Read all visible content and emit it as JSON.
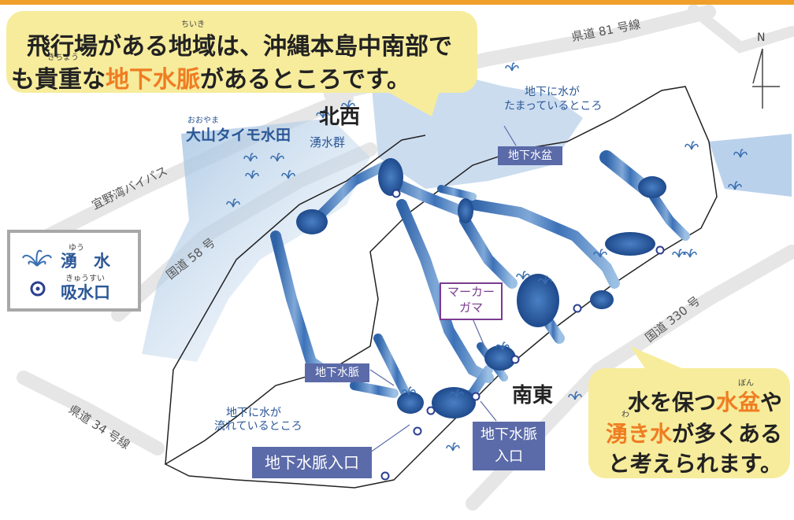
{
  "callout_top": {
    "line1": "飛行場がある地域は、沖縄本島中南部で",
    "line2_pre": "も",
    "line2_word1": "貴重",
    "line2_mid": "な",
    "line2_highlight": "地下水脈",
    "line2_post": "があるところです。",
    "ruby_chiiki": "ちいき",
    "ruby_kichou": "きちょう"
  },
  "callout_bottom": {
    "line1_pre": "水を保つ",
    "line1_highlight": "水盆",
    "line1_post": "や",
    "ruby_bon": "ぼん",
    "ruby_wa": "わ",
    "line2_highlight": "湧き水",
    "line2_post": "が多くある",
    "line3": "と考えられます。"
  },
  "roads": {
    "r81": "県道 81 号線",
    "bypass": "宜野湾バイパス",
    "r58": "国道 58 号",
    "r330": "国道 330 号",
    "r34": "県道 34 号線"
  },
  "places": {
    "ooyama_ruby": "おおやま",
    "ooyama": "大山タイモ水田",
    "hokusei": "北西",
    "yusui_gun": "湧水群",
    "nantou": "南東"
  },
  "annotations": {
    "tamatte_1": "地下に水が",
    "tamatte_2": "たまっているところ",
    "basin": "地下水盆",
    "vein": "地下水脈",
    "flowing_1": "地下に水が",
    "flowing_2": "流れているところ",
    "vein_entrance": "地下水脈入口",
    "vein_entrance2_1": "地下水脈",
    "vein_entrance2_2": "入口",
    "marker_1": "マーカー",
    "marker_2": "ガマ"
  },
  "legend": {
    "spring_ruby": "ゆう",
    "spring": "湧　水",
    "intake_ruby": "きゅうすい",
    "intake": "吸水口"
  },
  "compass": {
    "label": "N"
  },
  "colors": {
    "accent_orange": "#ef7d22",
    "callout_yellow": "#f6ec9c",
    "label_box": "#5b6aa8",
    "water_blue": "#2f63a8",
    "road_gray": "#e4e4e4"
  }
}
